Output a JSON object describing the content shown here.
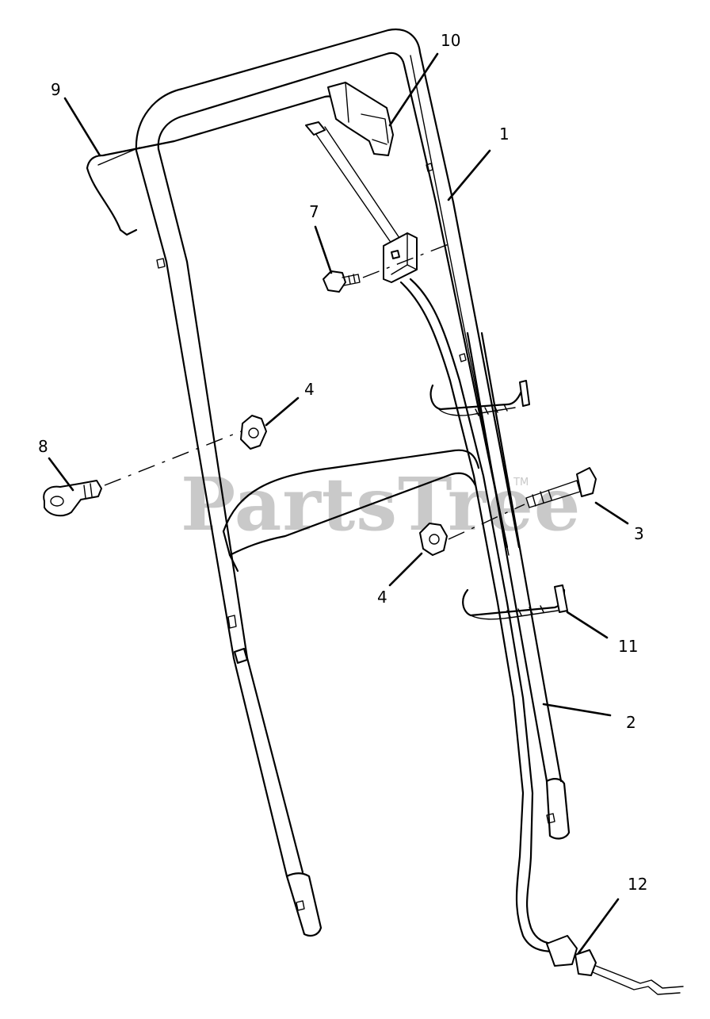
{
  "diagram": {
    "callouts": [
      {
        "id": "c1",
        "label": "1"
      },
      {
        "id": "c2",
        "label": "2"
      },
      {
        "id": "c3",
        "label": "3"
      },
      {
        "id": "c4a",
        "label": "4"
      },
      {
        "id": "c4b",
        "label": "4"
      },
      {
        "id": "c7",
        "label": "7"
      },
      {
        "id": "c8",
        "label": "8"
      },
      {
        "id": "c9",
        "label": "9"
      },
      {
        "id": "c10",
        "label": "10"
      },
      {
        "id": "c11",
        "label": "11"
      },
      {
        "id": "c12",
        "label": "12"
      }
    ]
  },
  "watermark": {
    "text": "PartsTree",
    "trademark": "TM"
  },
  "colors": {
    "line": "#000000",
    "watermark": "#c9c9c9",
    "background": "#ffffff"
  }
}
